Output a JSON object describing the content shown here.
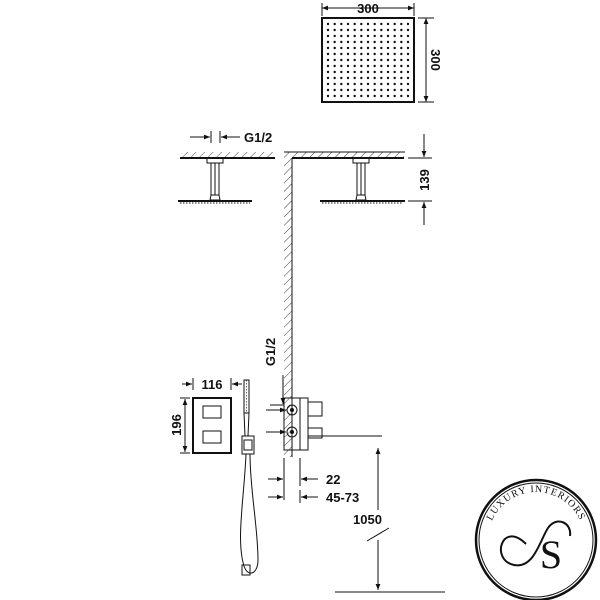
{
  "dimensions": {
    "head_width": "300",
    "head_height": "300",
    "arm_thread": "G1/2",
    "arm_length": "139",
    "valve_thread": "G1/2",
    "plate_width": "116",
    "plate_height": "196",
    "valve_depth": "22",
    "valve_depth_range": "45-73",
    "valve_height": "1050"
  },
  "logo": {
    "text": "LUXURY INTERIORS",
    "monogram": "S"
  }
}
